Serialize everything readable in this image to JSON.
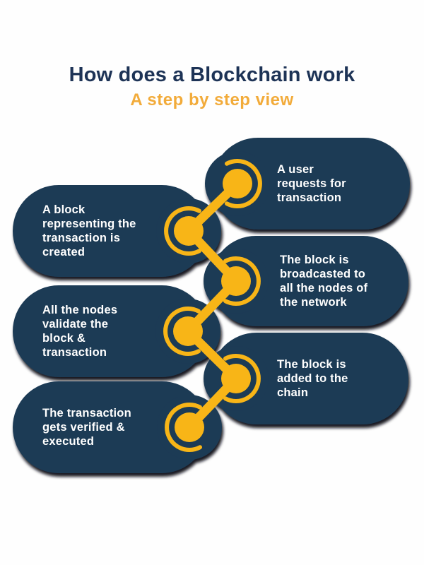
{
  "title": "How does a Blockchain work",
  "subtitle": "A step by step view",
  "colors": {
    "navy": "#1d3a55",
    "title_navy": "#1d3356",
    "yellow": "#f8b517",
    "subtitle_orange": "#f2ab3a",
    "text_white": "#ffffff",
    "shadow": "#0a0f18",
    "background": "#fefefe"
  },
  "steps": [
    {
      "side": "right",
      "label": "A user requests for transaction",
      "lines": [
        "A user",
        "requests for",
        "transaction"
      ]
    },
    {
      "side": "left",
      "label": "A block representing the transaction is created",
      "lines": [
        "A block",
        "representing the",
        "transaction is",
        "created"
      ]
    },
    {
      "side": "right",
      "label": "The block is broadcasted to all the nodes of the network",
      "lines": [
        "The block is",
        "broadcasted to",
        "all the nodes of",
        "the network"
      ]
    },
    {
      "side": "left",
      "label": "All the nodes validate the block & transaction",
      "lines": [
        "All the nodes",
        "validate the",
        "block &",
        "transaction"
      ]
    },
    {
      "side": "right",
      "label": "The block is added to the chain",
      "lines": [
        "The block is",
        "added to the",
        "chain"
      ]
    },
    {
      "side": "left",
      "label": "The transaction gets verified & executed",
      "lines": [
        "The transaction",
        "gets verified &",
        "executed"
      ]
    }
  ]
}
